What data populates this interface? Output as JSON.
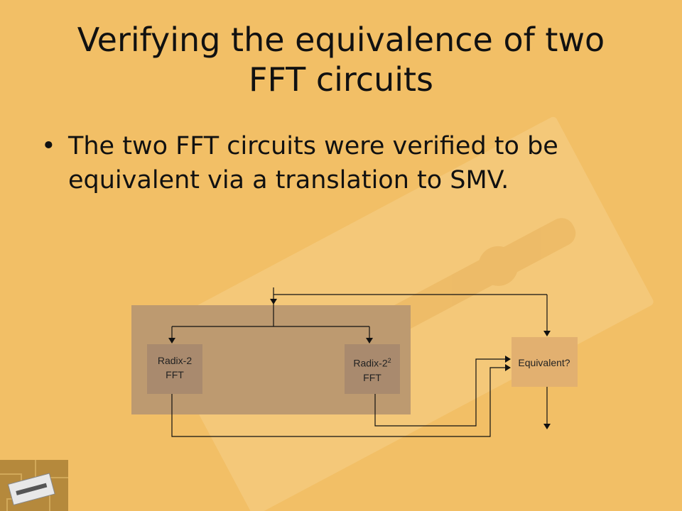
{
  "slide": {
    "title_line1": "Verifying the equivalence of two",
    "title_line2": "FFT circuits",
    "bullets": [
      {
        "line1": "The two FFT circuits were verified to be",
        "line2": "equivalent via a translation to SMV."
      }
    ]
  },
  "diagram": {
    "radix2": {
      "line1": "Radix-2",
      "line2": "FFT"
    },
    "radix22": {
      "base": "Radix-2",
      "sup": "2",
      "line2": "FFT"
    },
    "equivalent": "Equivalent?"
  },
  "colors": {
    "background": "#f2bf66",
    "group_box": "#bd9a70",
    "fft_box": "#a98a6e",
    "equiv_box": "#e2b070",
    "line": "#111111"
  }
}
